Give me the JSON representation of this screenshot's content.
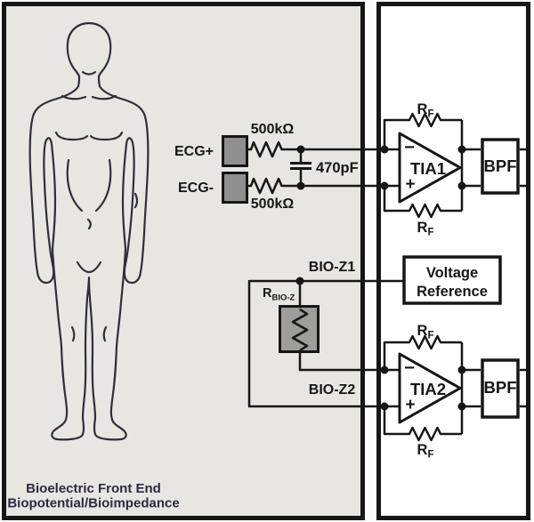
{
  "diagram": {
    "front_end": {
      "title_line1": "Bioelectric Front End",
      "title_line2": "Biopotential/Bioimpedance",
      "ecg_plus_label": "ECG+",
      "ecg_minus_label": "ECG-",
      "resistor_top_label": "500kΩ",
      "resistor_bottom_label": "500kΩ",
      "capacitor_label": "470pF",
      "bioz1_label": "BIO-Z1",
      "bioz2_label": "BIO-Z2",
      "r_bioz_label_main": "R",
      "r_bioz_label_sub": "BIO-Z"
    },
    "afe": {
      "rf_label_main": "R",
      "rf_label_sub": "F",
      "tia1_label": "TIA1",
      "tia2_label": "TIA2",
      "bpf_label": "BPF",
      "opamp_minus": "−",
      "opamp_plus": "+",
      "vref_line1": "Voltage",
      "vref_line2": "Reference"
    },
    "colors": {
      "panel_gray": "#e7e6e3",
      "panel_white": "#ffffff",
      "line_black": "#161616",
      "electrode_gray": "#8f8f8f",
      "body_outline": "#2e2e38",
      "title_text": "#2b2b3c"
    }
  }
}
